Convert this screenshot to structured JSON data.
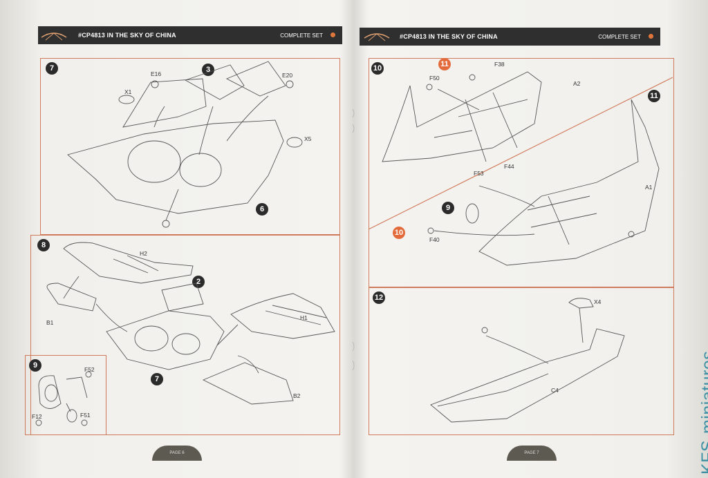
{
  "left_page": {
    "header_code": "#CP4813 IN THE SKY OF CHINA",
    "header_set": "COMPLETE SET",
    "steps": {
      "s7": "7",
      "s8": "8",
      "s9": "9"
    },
    "callouts": {
      "c3": "3",
      "c6": "6",
      "c2": "2",
      "c7": "7"
    },
    "labels": {
      "E16": "E16",
      "E20": "E20",
      "X1": "X1",
      "X5": "X5",
      "H2": "H2",
      "H1": "H1",
      "B1": "B1",
      "B2": "B2",
      "F52": "F52",
      "F12": "F12",
      "F51": "F51"
    },
    "page_label": "PAGE 6"
  },
  "right_page": {
    "header_code": "#CP4813 IN THE SKY OF CHINA",
    "header_set": "COMPLETE SET",
    "steps": {
      "s10": "10",
      "s11": "11",
      "s12": "12"
    },
    "callouts": {
      "c11": "11",
      "c10": "10",
      "c9": "9"
    },
    "labels": {
      "F38": "F38",
      "F50": "F50",
      "A2": "A2",
      "F53": "F53",
      "F44": "F44",
      "A1": "A1",
      "F40": "F40",
      "X4": "X4",
      "C4": "C4"
    },
    "page_label": "PAGE 7"
  },
  "watermark": "KFS-miniatures",
  "colors": {
    "frame": "#cf7a5a",
    "header": "#2f2f30",
    "accent": "#e36a3b",
    "watermark": "#3d8fa4"
  }
}
